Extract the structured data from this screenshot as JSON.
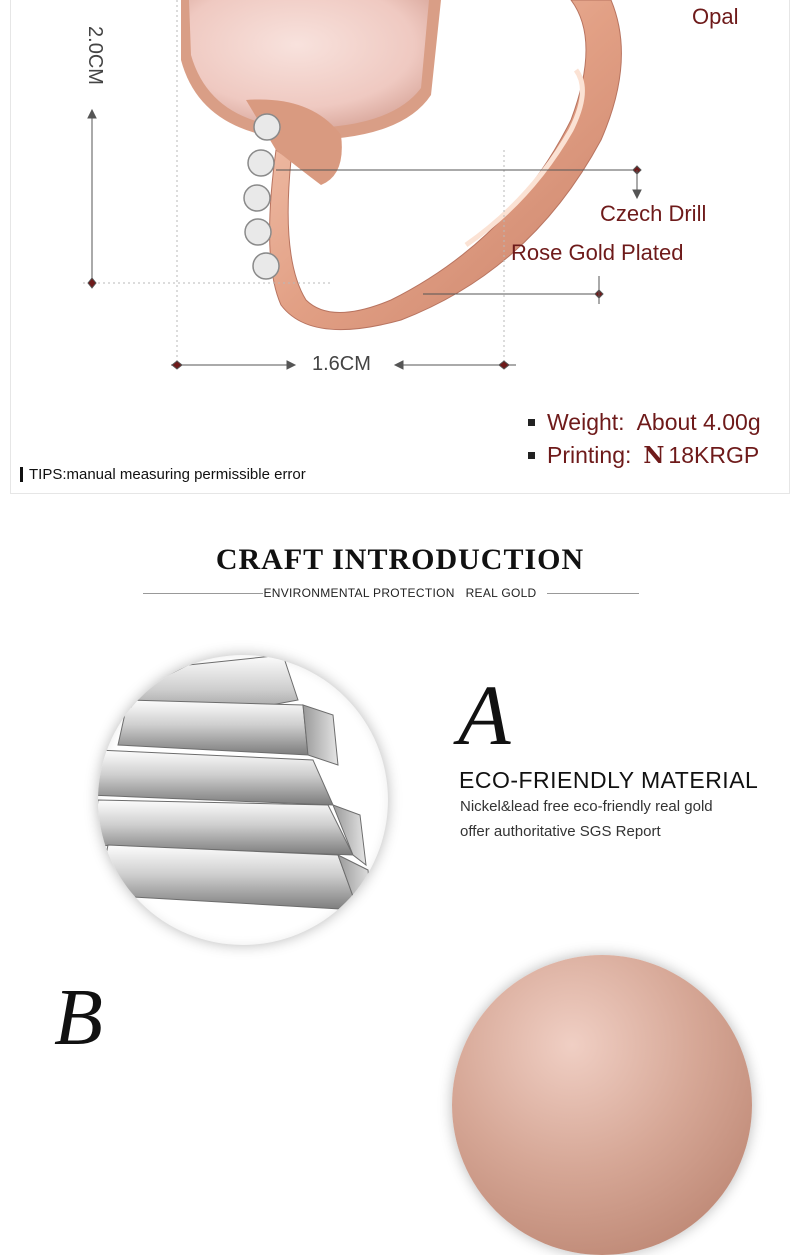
{
  "spec": {
    "callouts": {
      "opal": "Opal",
      "czech_drill": "Czech Drill",
      "rose_gold": "Rose Gold Plated"
    },
    "dimensions": {
      "height": "2.0CM",
      "width": "1.6CM"
    },
    "rows": [
      {
        "key": "Weight:",
        "value": "About 4.00g"
      },
      {
        "key": "Printing:",
        "mark": "N",
        "value": "18KRGP"
      }
    ],
    "tips": "TIPS:manual measuring permissible error"
  },
  "craft": {
    "title": "CRAFT INTRODUCTION",
    "subtitle": "ENVIRONMENTAL PROTECTION   REAL GOLD",
    "letter_a": "A",
    "feature_title": "ECO-FRIENDLY MATERIAL",
    "feature_desc": [
      "Nickel&lead free eco-friendly real gold",
      "offer authoritative SGS Report"
    ],
    "letter_b": "B"
  },
  "colors": {
    "callout_text": "#6e1a1a",
    "rose_gold": "#e7a98f",
    "opal": "#f2d3cc"
  }
}
